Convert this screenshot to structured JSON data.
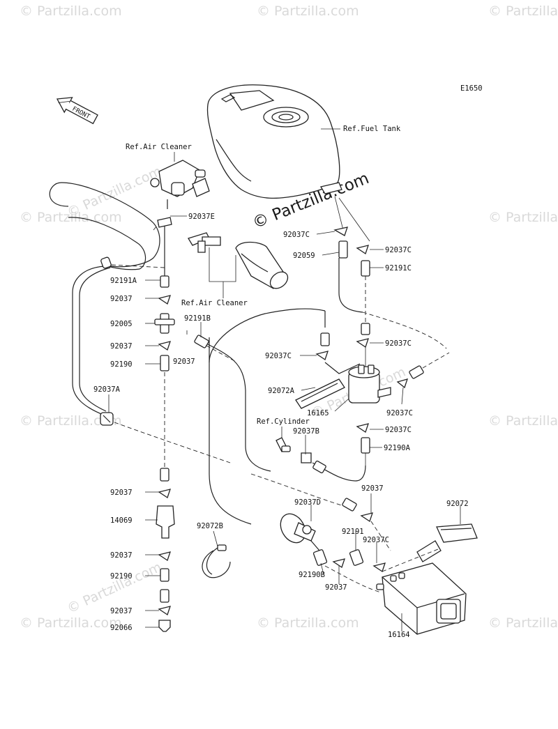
{
  "diagram_code": "E1650",
  "front_label": "FRONT",
  "watermark": "© Partzilla.com",
  "refs": {
    "fuel_tank": "Ref.Fuel Tank",
    "air_cleaner_top": "Ref.Air Cleaner",
    "air_cleaner_mid": "Ref.Air Cleaner",
    "cylinder": "Ref.Cylinder"
  },
  "parts": {
    "p92037E": "92037E",
    "p92037C_a": "92037C",
    "p92059": "92059",
    "p92037C_b": "92037C",
    "p92191C": "92191C",
    "p92191A": "92191A",
    "p92037_a": "92037",
    "p92005": "92005",
    "p92191B": "92191B",
    "p92037_b": "92037",
    "p92037_c": "92037",
    "p92190_a": "92190",
    "p92037C_c": "92037C",
    "p92037C_d": "92037C",
    "p92072A": "92072A",
    "p16165": "16165",
    "p92037C_e": "92037C",
    "p92037A": "92037A",
    "p92037C_f": "92037C",
    "p92037B": "92037B",
    "p92190A": "92190A",
    "p92037_d": "92037",
    "p92072": "92072",
    "p92037D": "92037D",
    "p92037_e": "92037",
    "p14069": "14069",
    "p92072B": "92072B",
    "p92191": "92191",
    "p92037C_g": "92037C",
    "p92037_f": "92037",
    "p92190B": "92190B",
    "p92190_b": "92190",
    "p92037_g": "92037",
    "p92037_h": "92037",
    "p92066": "92066",
    "p16164": "16164"
  }
}
